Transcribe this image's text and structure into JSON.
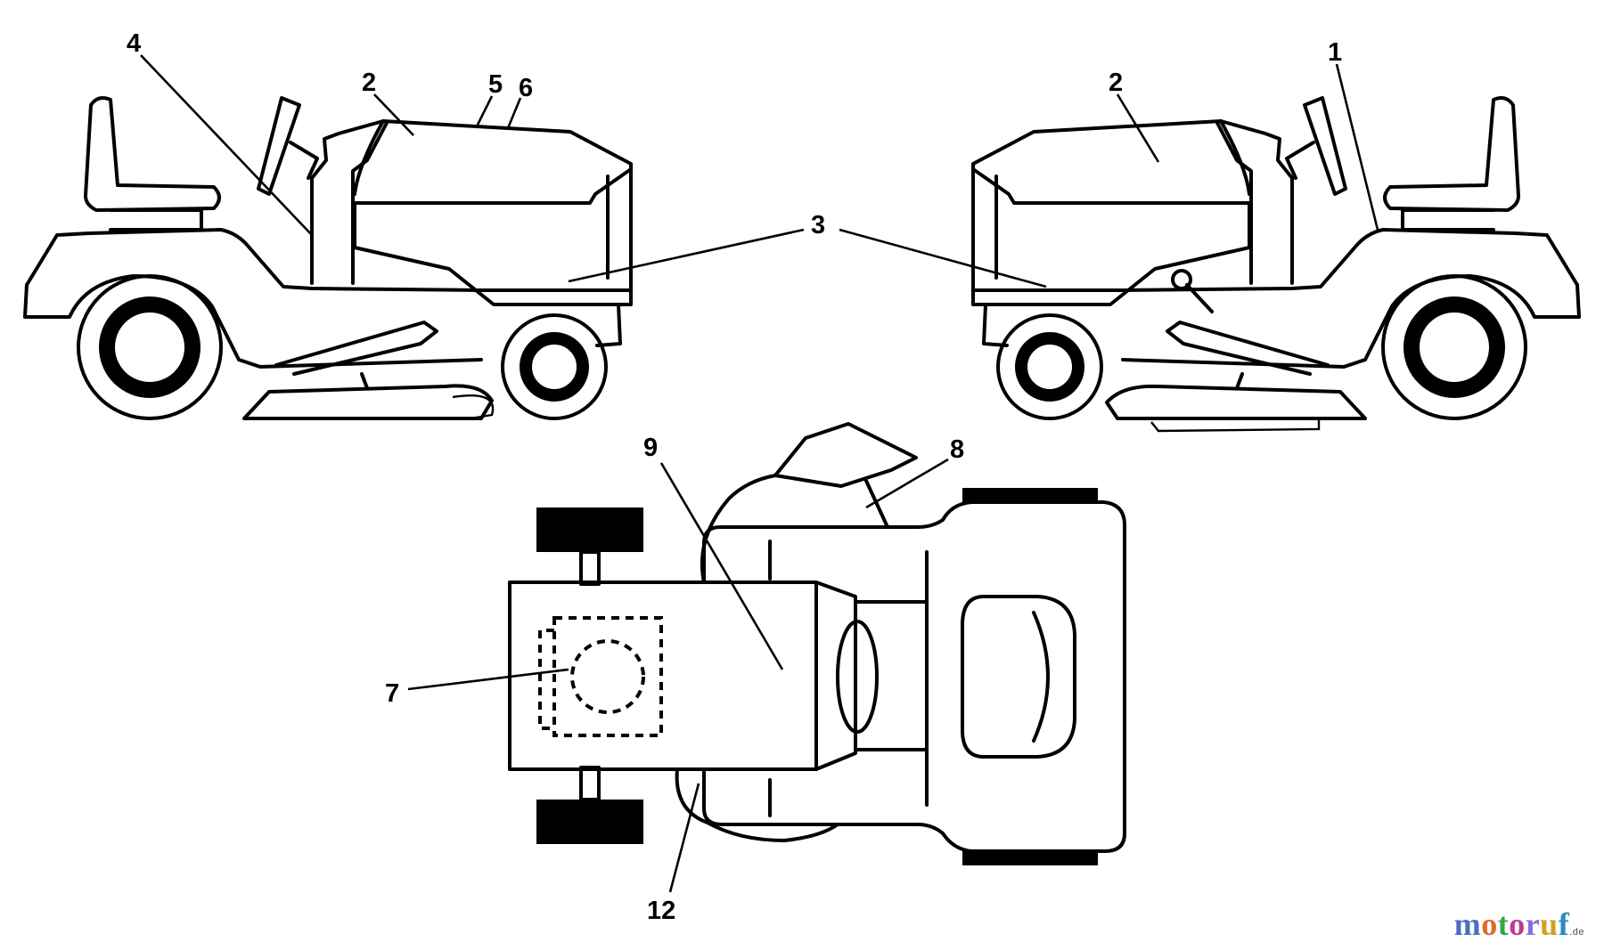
{
  "callouts": {
    "c1": "1",
    "c2_left": "2",
    "c2_right": "2",
    "c3": "3",
    "c4": "4",
    "c5": "5",
    "c6": "6",
    "c7": "7",
    "c8": "8",
    "c9": "9",
    "c12": "12"
  },
  "watermark": {
    "letters": [
      "m",
      "o",
      "t",
      "o",
      "r",
      "u",
      "f"
    ],
    "suffix": ".de",
    "colors": [
      "#4a6fc0",
      "#e06a2a",
      "#3aa24a",
      "#c23a8a",
      "#8a6fd0",
      "#d0a020",
      "#2a8ac0"
    ]
  }
}
